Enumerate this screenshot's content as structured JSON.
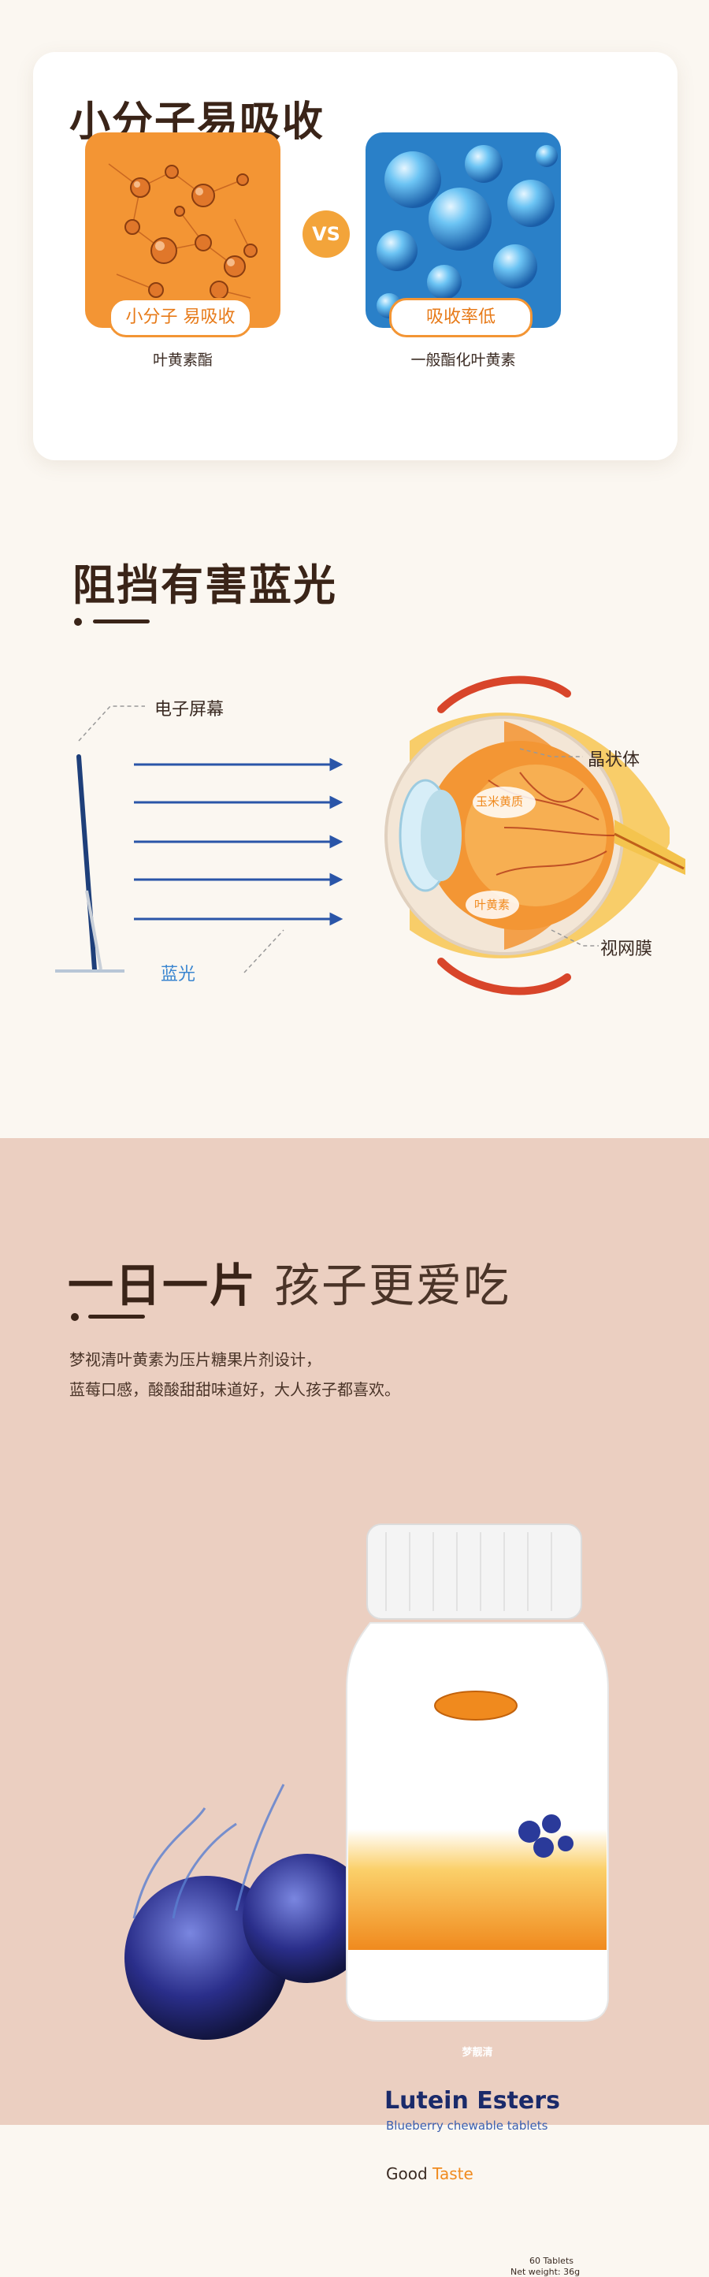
{
  "absorption": {
    "title": "小分子易吸收",
    "vs": "VS",
    "left": {
      "badge": "小分子 易吸收",
      "caption": "叶黄素酯"
    },
    "right": {
      "badge": "吸收率低",
      "caption": "一般酯化叶黄素"
    }
  },
  "bluelight": {
    "title": "阻挡有害蓝光",
    "screen_label": "电子屏幕",
    "light_label": "蓝光",
    "lens_label": "晶状体",
    "retina_label": "视网膜",
    "zeaxanthin_label": "玉米黄质",
    "lutein_label": "叶黄素"
  },
  "taste": {
    "title_bold": "一日一片",
    "title_light": "孩子更爱吃",
    "desc_line1": "梦视清叶黄素为压片糖果片剂设计，",
    "desc_line2": "蓝莓口感，酸酸甜甜味道好，大人孩子都喜欢。",
    "brand": "梦靓清",
    "product_name": "Lutein Esters",
    "product_sub": "Blueberry chewable tablets",
    "good": "Good",
    "taste_word": "Taste",
    "count": "60 Tablets",
    "weight": "Net weight: 36g"
  },
  "colors": {
    "accent_orange": "#f39534",
    "blue": "#2a80c8",
    "brown": "#3a2418",
    "pink_bg": "#ebcfc1"
  }
}
